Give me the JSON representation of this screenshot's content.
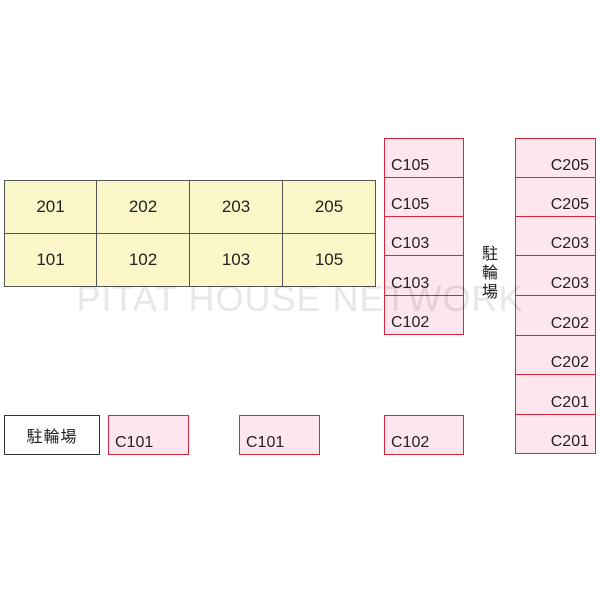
{
  "units": {
    "upper": [
      "201",
      "202",
      "203",
      "205"
    ],
    "lower": [
      "101",
      "102",
      "103",
      "105"
    ]
  },
  "parking_column_1": [
    "C105",
    "C105",
    "C103",
    "C103",
    "C102"
  ],
  "parking_column_2": [
    "C205",
    "C205",
    "C203",
    "C203",
    "C202",
    "C202",
    "C201",
    "C201"
  ],
  "parking_bottom_row": [
    "C101",
    "C101",
    "C102"
  ],
  "bicycle_parking_label": "駐輪場",
  "bicycle_parking_vertical": [
    "駐",
    "輪",
    "場"
  ],
  "watermark": "PITAT HOUSE NETWORK",
  "colors": {
    "unit_fill": "#fbf7c9",
    "parking_fill": "#fde6ee",
    "parking_border": "#d9243e"
  }
}
